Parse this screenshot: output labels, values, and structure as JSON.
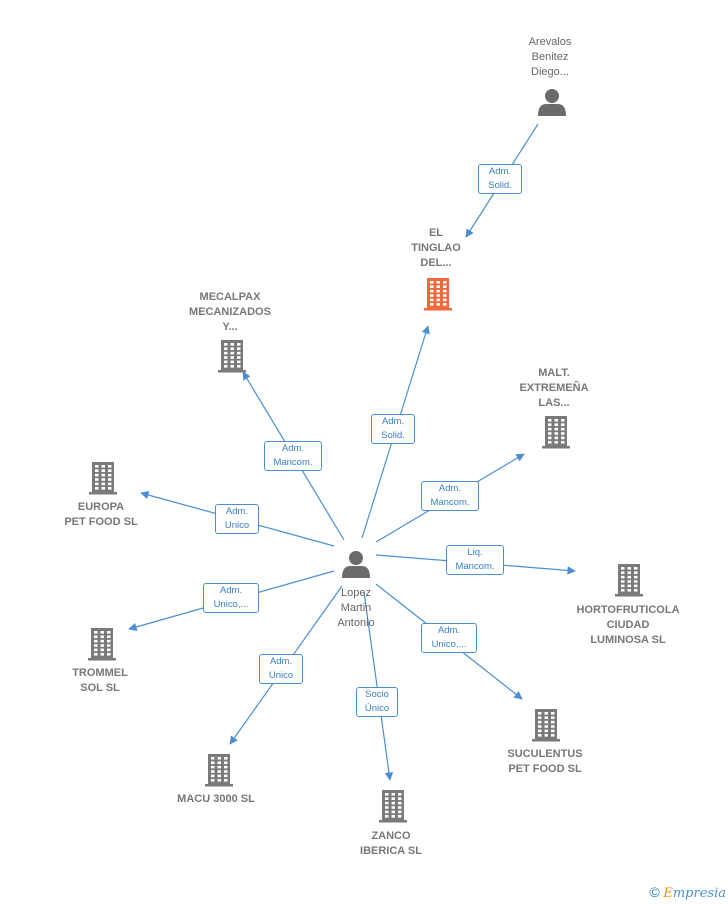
{
  "colors": {
    "edge": "#4a8fd4",
    "company": "#7a7a7a",
    "highlight": "#f2683a",
    "person": "#6b6b6b"
  },
  "nodes": [
    {
      "id": "center",
      "type": "person",
      "label": "Lopez\nMartin\nAntonio"
    },
    {
      "id": "arevalos",
      "type": "person",
      "label": "Arevalos\nBenitez\nDiego..."
    },
    {
      "id": "tinglao",
      "type": "company-highlight",
      "label": "EL\nTINGLAO\nDEL..."
    },
    {
      "id": "mecalpax",
      "type": "company",
      "label": "MECALPAX\nMECANIZADOS\nY..."
    },
    {
      "id": "malt",
      "type": "company",
      "label": "MALT.\nEXTREMEÑA\nLAS..."
    },
    {
      "id": "europa",
      "type": "company",
      "label": "EUROPA\nPET FOOD  SL"
    },
    {
      "id": "hortofruticola",
      "type": "company",
      "label": "HORTOFRUTICOLA\nCIUDAD\nLUMINOSA  SL"
    },
    {
      "id": "trommel",
      "type": "company",
      "label": "TROMMEL\nSOL  SL"
    },
    {
      "id": "suculentus",
      "type": "company",
      "label": "SUCULENTUS\nPET FOOD  SL"
    },
    {
      "id": "macu",
      "type": "company",
      "label": "MACU 3000 SL"
    },
    {
      "id": "zanco",
      "type": "company",
      "label": "ZANCO\nIBERICA SL"
    }
  ],
  "edges": [
    {
      "from": "arevalos",
      "to": "tinglao",
      "label": "Adm.\nSolid."
    },
    {
      "from": "center",
      "to": "tinglao",
      "label": "Adm.\nSolid."
    },
    {
      "from": "center",
      "to": "mecalpax",
      "label": "Adm.\nMancom."
    },
    {
      "from": "center",
      "to": "malt",
      "label": "Adm.\nMancom."
    },
    {
      "from": "center",
      "to": "europa",
      "label": "Adm.\nUnico"
    },
    {
      "from": "center",
      "to": "hortofruticola",
      "label": "Liq.\nMancom."
    },
    {
      "from": "center",
      "to": "trommel",
      "label": "Adm.\nUnico,..."
    },
    {
      "from": "center",
      "to": "suculentus",
      "label": "Adm.\nUnico,..."
    },
    {
      "from": "center",
      "to": "macu",
      "label": "Adm.\nUnico"
    },
    {
      "from": "center",
      "to": "zanco",
      "label": "Socio\nÚnico"
    }
  ],
  "copyright": {
    "symbol": "©",
    "brand_initial": "E",
    "brand_rest": "mpresia"
  }
}
